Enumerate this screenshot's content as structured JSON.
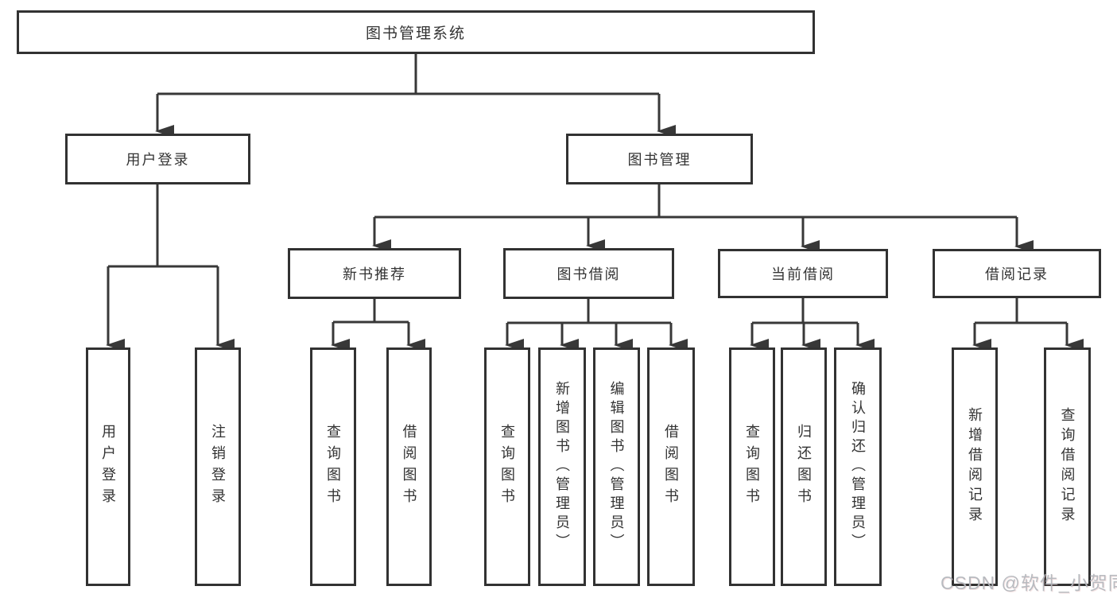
{
  "tree": {
    "root": {
      "label": "图书管理系统"
    },
    "branches": [
      {
        "label": "用户登录",
        "children": [
          {
            "label": "用户登录"
          },
          {
            "label": "注销登录"
          }
        ]
      },
      {
        "label": "图书管理",
        "children": [
          {
            "label": "新书推荐",
            "children": [
              {
                "label": "查询图书"
              },
              {
                "label": "借阅图书"
              }
            ]
          },
          {
            "label": "图书借阅",
            "children": [
              {
                "label": "查询图书"
              },
              {
                "label": "新增图书（管理员）"
              },
              {
                "label": "编辑图书（管理员）"
              },
              {
                "label": "借阅图书"
              }
            ]
          },
          {
            "label": "当前借阅",
            "children": [
              {
                "label": "查询图书"
              },
              {
                "label": "归还图书"
              },
              {
                "label": "确认归还（管理员）"
              }
            ]
          },
          {
            "label": "借阅记录",
            "children": [
              {
                "label": "新增借阅记录"
              },
              {
                "label": "查询借阅记录"
              }
            ]
          }
        ]
      }
    ]
  },
  "watermark": {
    "text": "CSDN @软件_小贺同学"
  },
  "colors": {
    "line": "#383838",
    "box_border": "#323232",
    "text": "#333333",
    "background": "#ffffff",
    "watermark": "#b2b6bc"
  }
}
